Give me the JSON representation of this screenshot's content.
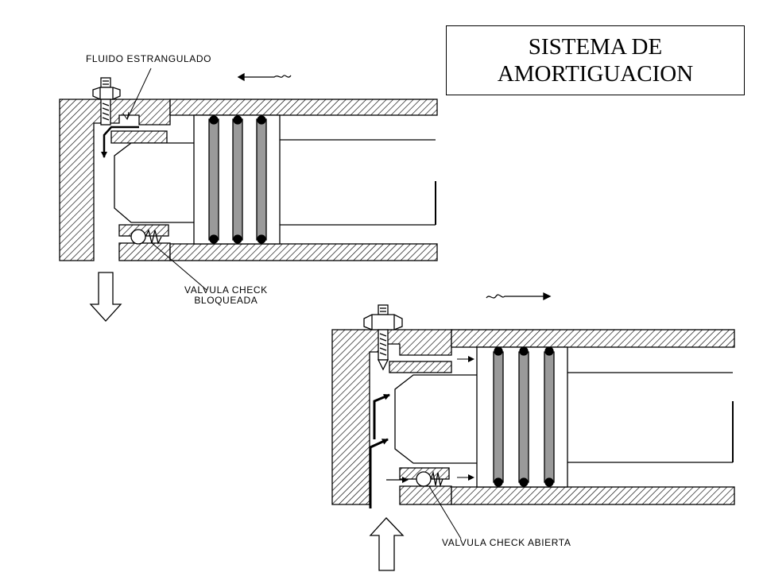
{
  "title": {
    "line1": "SISTEMA DE",
    "line2": "AMORTIGUACION"
  },
  "labels": {
    "fluido_estrangulado": "FLUIDO ESTRANGULADO",
    "valvula_check_bloqueada_line1": "VALVULA CHECK",
    "valvula_check_bloqueada_line2": "BLOQUEADA",
    "valvula_check_abierta": "VALVULA CHECK ABIERTA"
  },
  "colors": {
    "line": "#000000",
    "rod_gray": "#9a9a9a",
    "background": "#ffffff"
  }
}
